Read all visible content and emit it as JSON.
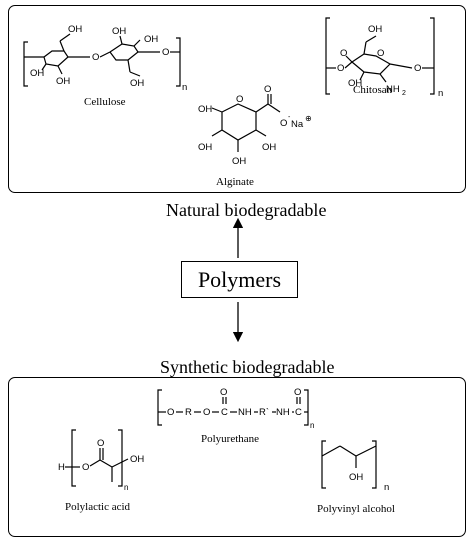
{
  "center": {
    "label": "Polymers"
  },
  "natural": {
    "caption": "Natural biodegradable",
    "items": [
      {
        "name": "Cellulose"
      },
      {
        "name": "Chitosan"
      },
      {
        "name": "Alginate"
      }
    ]
  },
  "synthetic": {
    "caption": "Synthetic biodegradable",
    "items": [
      {
        "name": "Polyurethane"
      },
      {
        "name": "Polylactic acid"
      },
      {
        "name": "Polyvinyl alcohol"
      }
    ]
  },
  "structure_text": {
    "oh": "OH",
    "o": "O",
    "na": "Na",
    "plus": "⊕",
    "minus": "-",
    "nh2": "NH",
    "two": "2",
    "n": "n",
    "h": "H",
    "r": "R",
    "c": "C",
    "nh": "NH",
    "rp": "R`"
  }
}
